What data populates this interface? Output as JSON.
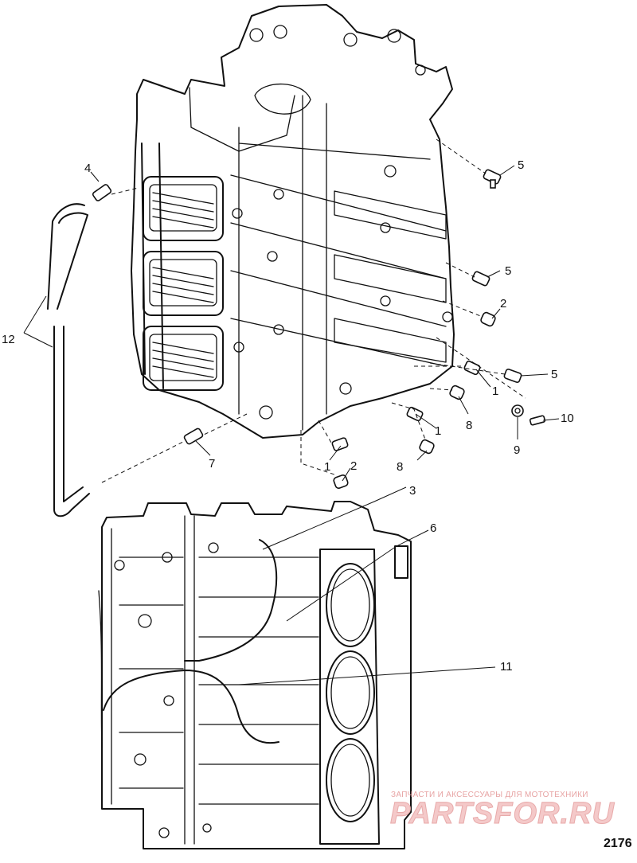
{
  "callouts": {
    "c1a": "1",
    "c1b": "1",
    "c1c": "1",
    "c2a": "2",
    "c2b": "2",
    "c3": "3",
    "c4": "4",
    "c5a": "5",
    "c5b": "5",
    "c5c": "5",
    "c6": "6",
    "c7": "7",
    "c8a": "8",
    "c8b": "8",
    "c9": "9",
    "c10": "10",
    "c11": "11",
    "c12": "12"
  },
  "figure_number": "2176",
  "watermark": {
    "caption": "ЗАПЧАСТИ И АКСЕССУАРЫ ДЛЯ МОТОТЕХНИКИ",
    "brand": "PARTSFOR.RU"
  }
}
